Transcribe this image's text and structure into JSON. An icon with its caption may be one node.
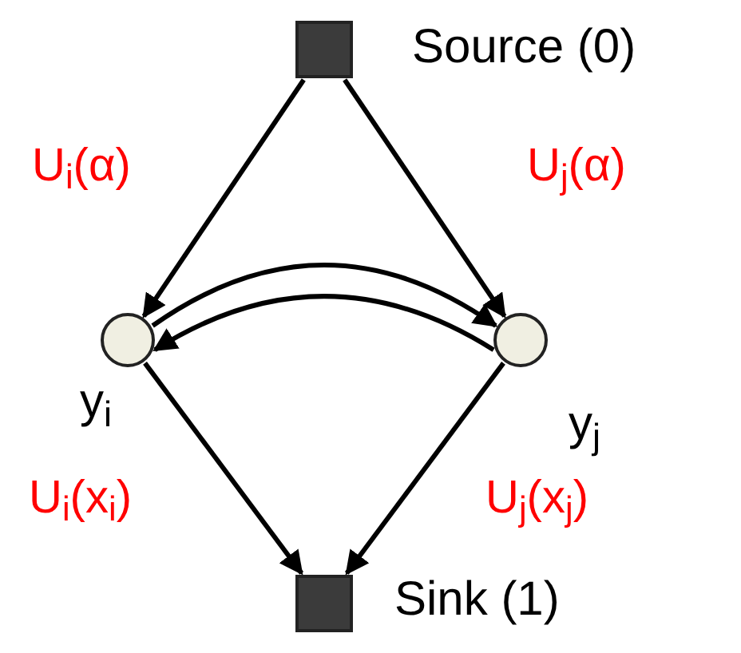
{
  "diagram": {
    "nodes": [
      {
        "text": [],
        "shape": "box",
        "beside": [
          "Source (0)"
        ]
      },
      {
        "text": [],
        "shape": "circle",
        "beside": [
          "y$_{i}$"
        ]
      },
      {
        "text": [],
        "shape": "circle",
        "beside": [
          "y$_{j}$"
        ]
      },
      {
        "text": [],
        "shape": "box",
        "beside": [
          "Sink (1)"
        ]
      }
    ],
    "edges": [
      {
        "from": 0,
        "to": 1,
        "arrow": "to",
        "label": "U$_{i}$(α)"
      },
      {
        "from": 0,
        "to": 2,
        "arrow": "to",
        "label": "U$_{j}$(α)"
      },
      {
        "from": 1,
        "to": 2,
        "arrow": "to"
      },
      {
        "from": 2,
        "to": 1,
        "arrow": "to"
      },
      {
        "from": 1,
        "to": 3,
        "arrow": "to",
        "label": "U$_{i}$(x$_{i}$)"
      },
      {
        "from": 2,
        "to": 3,
        "arrow": "to",
        "label": "U$_{j}$(x$_{j}$)"
      }
    ]
  }
}
